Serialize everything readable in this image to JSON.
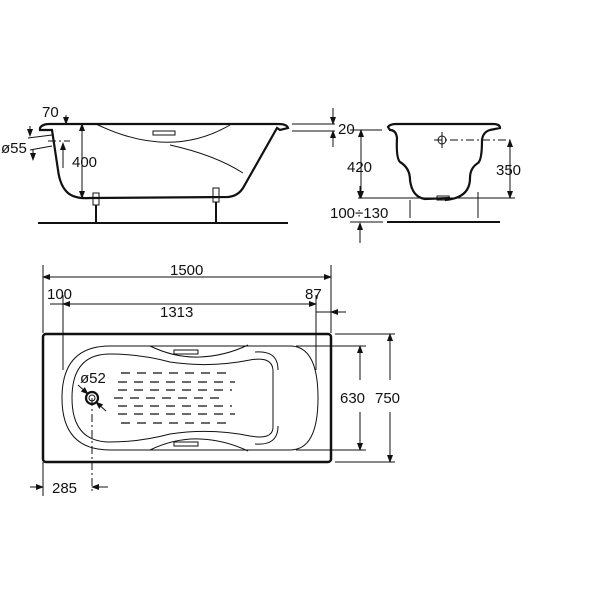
{
  "drawing": {
    "side_view": {
      "rim_offset": "70",
      "rim_thickness": "20",
      "overflow_diameter": "ø55",
      "depth": "400"
    },
    "end_view": {
      "total_height": "420",
      "overflow_height": "350",
      "leg_height_range": "100÷130"
    },
    "plan_view": {
      "overall_length": "1500",
      "left_margin": "100",
      "inner_length": "1313",
      "right_margin": "87",
      "inner_width": "630",
      "overall_width": "750",
      "drain_diameter": "ø52",
      "drain_offset": "285"
    }
  }
}
